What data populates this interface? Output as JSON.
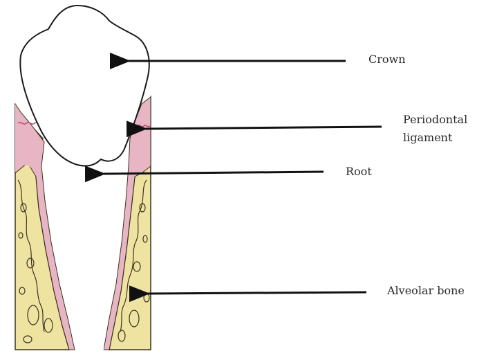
{
  "labels": {
    "crown": "Crown",
    "periodontal_line1": "Periodontal",
    "periodontal_line2": "ligament",
    "root": "Root",
    "alveolar_bone": "Alveolar bone"
  },
  "colors": {
    "outline": "#1a1a1a",
    "crown_fill": "#ffffff",
    "ligament": "#e7b5c4",
    "ligament_dark": "#d98fa6",
    "bone": "#efe3a2",
    "bone_outline": "#3a3320",
    "arrow": "#111111"
  }
}
